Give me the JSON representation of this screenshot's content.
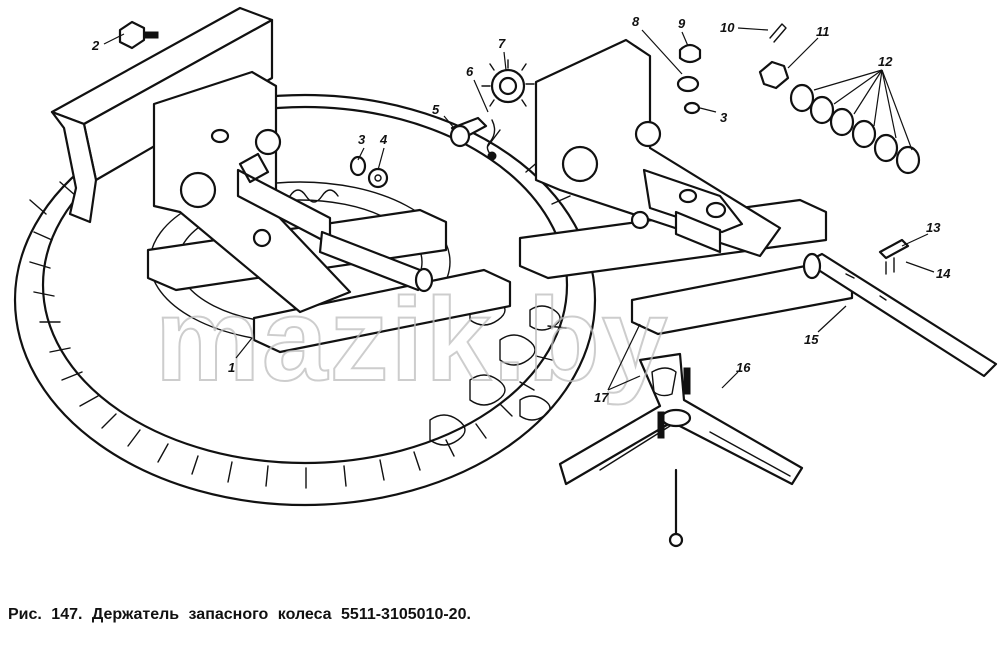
{
  "caption": "Рис. 147. Держатель запасного колеса 5511-3105010-20.",
  "watermark": "mazik.by",
  "callouts": [
    {
      "id": "c1",
      "label": "1"
    },
    {
      "id": "c2",
      "label": "2"
    },
    {
      "id": "c3a",
      "label": "3"
    },
    {
      "id": "c4",
      "label": "4"
    },
    {
      "id": "c5",
      "label": "5"
    },
    {
      "id": "c6",
      "label": "6"
    },
    {
      "id": "c7",
      "label": "7"
    },
    {
      "id": "c8",
      "label": "8"
    },
    {
      "id": "c9",
      "label": "9"
    },
    {
      "id": "c3b",
      "label": "3"
    },
    {
      "id": "c10",
      "label": "10"
    },
    {
      "id": "c11",
      "label": "11"
    },
    {
      "id": "c12",
      "label": "12"
    },
    {
      "id": "c13",
      "label": "13"
    },
    {
      "id": "c14",
      "label": "14"
    },
    {
      "id": "c15",
      "label": "15"
    },
    {
      "id": "c16",
      "label": "16"
    },
    {
      "id": "c17",
      "label": "17"
    }
  ]
}
